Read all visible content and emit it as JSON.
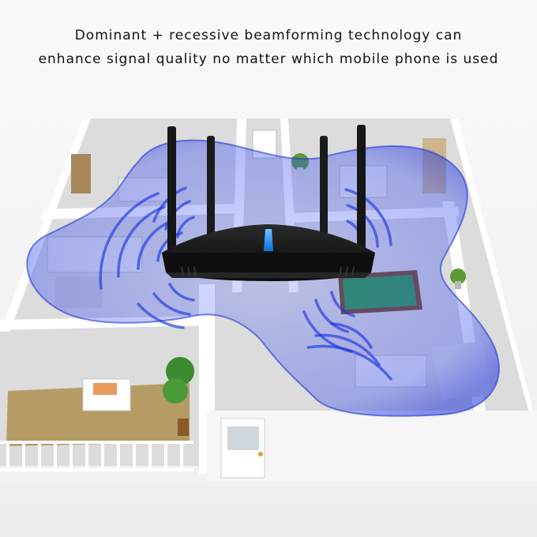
{
  "headline": {
    "line1": "Dominant + recessive beamforming technology can",
    "line2": "enhance signal quality no matter which mobile phone is used"
  },
  "colors": {
    "coverage": "#3a4ff0",
    "router": "#161616",
    "router_led": "#1e8fff",
    "walls": "#ffffff",
    "floor": "#d9d9d9",
    "pool_table": "#2e9c4a",
    "plant": "#3c8a30"
  },
  "illustration": {
    "subject": "router-icon",
    "background": "house-floorplan-3d"
  }
}
